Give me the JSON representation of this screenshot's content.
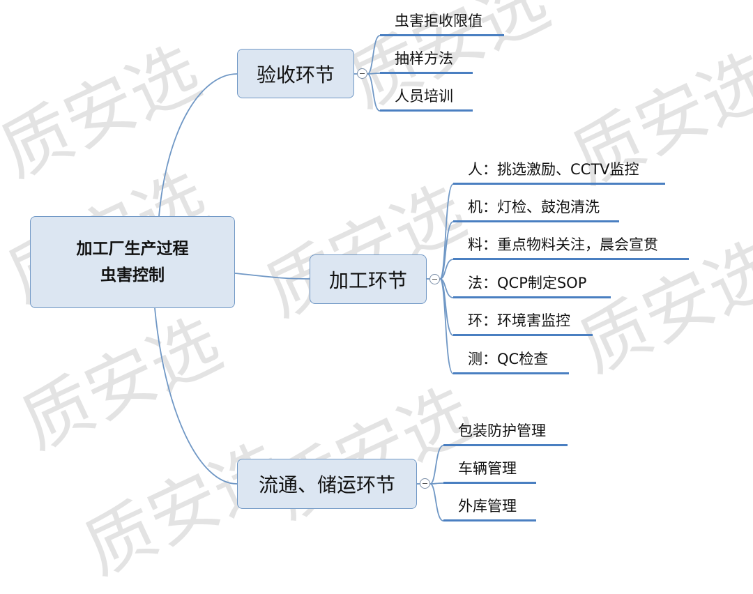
{
  "watermark": "质安选",
  "root": {
    "line1": "加工厂生产过程",
    "line2": "虫害控制"
  },
  "branches": [
    {
      "label": "验收环节",
      "items": [
        "虫害拒收限值",
        "抽样方法",
        "人员培训"
      ]
    },
    {
      "label": "加工环节",
      "items": [
        "人：挑选激励、CCTV监控",
        "机：灯检、鼓泡清洗",
        "料：重点物料关注，晨会宣贯",
        "法：QCP制定SOP",
        "环：环境害监控",
        "测：QC检查"
      ]
    },
    {
      "label": "流通、储运环节",
      "items": [
        "包装防护管理",
        "车辆管理",
        "外库管理"
      ]
    }
  ],
  "colors": {
    "line": "#6f97c5",
    "node_fill": "#dce6f2",
    "underline": "#4a7fc1"
  }
}
